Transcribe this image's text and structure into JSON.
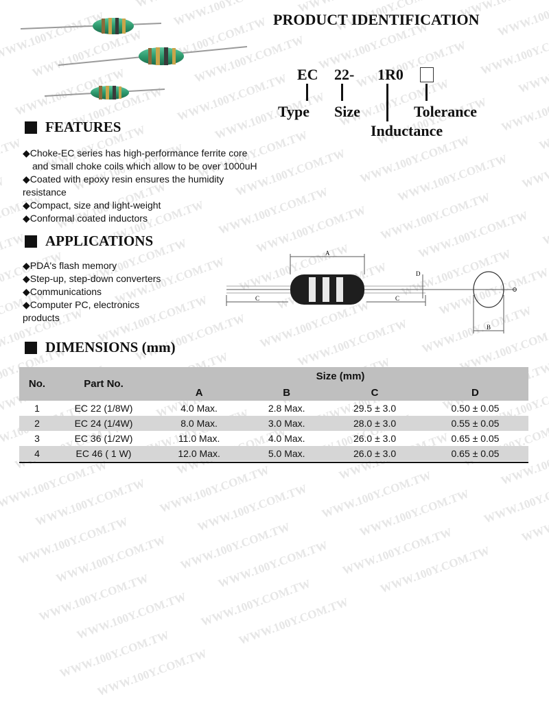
{
  "watermark": "WWW.100Y.COM.TW",
  "product_identification": {
    "title": "PRODUCT IDENTIFICATION",
    "codes": [
      "EC",
      "22-",
      "1R0"
    ],
    "labels": {
      "type": "Type",
      "size": "Size",
      "inductance": "Inductance",
      "tolerance": "Tolerance"
    }
  },
  "features": {
    "title": "FEATURES",
    "lines": [
      "◆Choke-EC series has high-performance ferrite core",
      "  and small choke coils which allow to be over 1000uH",
      "◆Coated with epoxy resin ensures the humidity",
      "resistance",
      "◆Compact, size and light-weight",
      "◆Conformal coated inductors"
    ]
  },
  "applications": {
    "title": "APPLICATIONS",
    "lines": [
      "◆PDA's flash memory",
      "◆Step-up, step-down converters",
      "◆Communications",
      "◆Computer PC, electronics",
      "products"
    ]
  },
  "diagram_labels": {
    "a": "A",
    "b": "B",
    "c_left": "C",
    "c_right": "C",
    "d": "D"
  },
  "dimensions": {
    "title": "DIMENSIONS (mm)",
    "headers": {
      "no": "No.",
      "part_no": "Part No.",
      "size": "Size (mm)",
      "a": "A",
      "b": "B",
      "c": "C",
      "d": "D"
    },
    "rows": [
      {
        "no": "1",
        "part": "EC 22 (1/8W)",
        "a": "4.0 Max.",
        "b": "2.8 Max.",
        "c": "29.5 ± 3.0",
        "d": "0.50 ± 0.05"
      },
      {
        "no": "2",
        "part": "EC 24 (1/4W)",
        "a": "8.0 Max.",
        "b": "3.0 Max.",
        "c": "28.0 ± 3.0",
        "d": "0.55 ± 0.05"
      },
      {
        "no": "3",
        "part": "EC 36 (1/2W)",
        "a": "11.0 Max.",
        "b": "4.0 Max.",
        "c": "26.0 ± 3.0",
        "d": "0.65 ± 0.05"
      },
      {
        "no": "4",
        "part": "EC 46 ( 1  W)",
        "a": "12.0 Max.",
        "b": "5.0 Max.",
        "c": "26.0 ± 3.0",
        "d": "0.65 ± 0.05"
      }
    ]
  }
}
